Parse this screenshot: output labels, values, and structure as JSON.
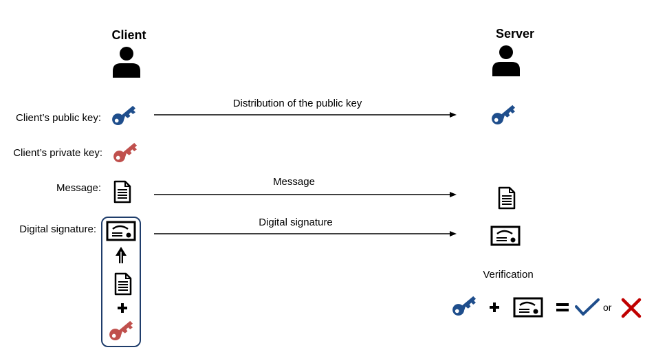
{
  "client": {
    "title": "Client"
  },
  "server": {
    "title": "Server"
  },
  "labels": {
    "public_key": "Client’s public key:",
    "private_key": "Client’s private key:",
    "message": "Message:",
    "digital_signature": "Digital signature:"
  },
  "arrows": {
    "distribution": "Distribution of the public key",
    "message": "Message",
    "signature": "Digital signature"
  },
  "verification": {
    "title": "Verification",
    "or_text": "or"
  },
  "colors": {
    "public_key": "#1f4e8c",
    "private_key": "#c0504d",
    "box_border": "#1f3d6b",
    "cross": "#c00000",
    "check": "#1f4e8c"
  }
}
